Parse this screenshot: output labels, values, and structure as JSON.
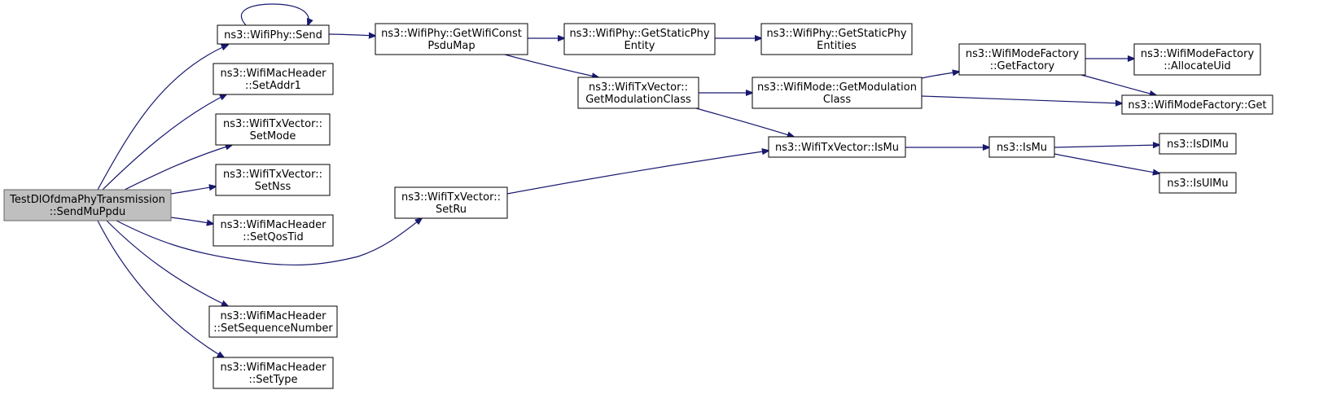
{
  "diagram": {
    "type": "call-graph",
    "colors": {
      "edge": "#191970",
      "root_fill": "#bfbfbf",
      "node_fill": "#ffffff",
      "border": "#000000"
    },
    "nodes": [
      {
        "id": "root",
        "lines": [
          "TestDlOfdmaPhyTransmission",
          "::SendMuPpdu"
        ],
        "highlighted": true
      },
      {
        "id": "wifiphy_send",
        "lines": [
          "ns3::WifiPhy::Send"
        ]
      },
      {
        "id": "setaddr1",
        "lines": [
          "ns3::WifiMacHeader",
          "::SetAddr1"
        ]
      },
      {
        "id": "setmode",
        "lines": [
          "ns3::WifiTxVector::",
          "SetMode"
        ]
      },
      {
        "id": "setnss",
        "lines": [
          "ns3::WifiTxVector::",
          "SetNss"
        ]
      },
      {
        "id": "setqostid",
        "lines": [
          "ns3::WifiMacHeader",
          "::SetQosTid"
        ]
      },
      {
        "id": "setseq",
        "lines": [
          "ns3::WifiMacHeader",
          "::SetSequenceNumber"
        ]
      },
      {
        "id": "settype",
        "lines": [
          "ns3::WifiMacHeader",
          "::SetType"
        ]
      },
      {
        "id": "setru",
        "lines": [
          "ns3::WifiTxVector::",
          "SetRu"
        ]
      },
      {
        "id": "getpsdumap",
        "lines": [
          "ns3::WifiPhy::GetWifiConst",
          "PsduMap"
        ]
      },
      {
        "id": "getstaticentity",
        "lines": [
          "ns3::WifiPhy::GetStaticPhy",
          "Entity"
        ]
      },
      {
        "id": "getstaticentities",
        "lines": [
          "ns3::WifiPhy::GetStaticPhy",
          "Entities"
        ]
      },
      {
        "id": "txv_getmodclass",
        "lines": [
          "ns3::WifiTxVector::",
          "GetModulationClass"
        ]
      },
      {
        "id": "mode_getmodclass",
        "lines": [
          "ns3::WifiMode::GetModulation",
          "Class"
        ]
      },
      {
        "id": "getfactory",
        "lines": [
          "ns3::WifiModeFactory",
          "::GetFactory"
        ]
      },
      {
        "id": "allocateuid",
        "lines": [
          "ns3::WifiModeFactory",
          "::AllocateUid"
        ]
      },
      {
        "id": "factory_get",
        "lines": [
          "ns3::WifiModeFactory::Get"
        ]
      },
      {
        "id": "txv_ismu",
        "lines": [
          "ns3::WifiTxVector::IsMu"
        ]
      },
      {
        "id": "ismu",
        "lines": [
          "ns3::IsMu"
        ]
      },
      {
        "id": "isdlmu",
        "lines": [
          "ns3::IsDlMu"
        ]
      },
      {
        "id": "isulmu",
        "lines": [
          "ns3::IsUlMu"
        ]
      }
    ],
    "edges": [
      {
        "from": "root",
        "to": "wifiphy_send"
      },
      {
        "from": "wifiphy_send",
        "to": "wifiphy_send"
      },
      {
        "from": "root",
        "to": "setaddr1"
      },
      {
        "from": "root",
        "to": "setmode"
      },
      {
        "from": "root",
        "to": "setnss"
      },
      {
        "from": "root",
        "to": "setqostid"
      },
      {
        "from": "root",
        "to": "setru"
      },
      {
        "from": "root",
        "to": "setseq"
      },
      {
        "from": "root",
        "to": "settype"
      },
      {
        "from": "wifiphy_send",
        "to": "getpsdumap"
      },
      {
        "from": "getpsdumap",
        "to": "getstaticentity"
      },
      {
        "from": "getstaticentity",
        "to": "getstaticentities"
      },
      {
        "from": "getpsdumap",
        "to": "txv_getmodclass"
      },
      {
        "from": "txv_getmodclass",
        "to": "mode_getmodclass"
      },
      {
        "from": "txv_getmodclass",
        "to": "txv_ismu"
      },
      {
        "from": "mode_getmodclass",
        "to": "getfactory"
      },
      {
        "from": "mode_getmodclass",
        "to": "factory_get"
      },
      {
        "from": "getfactory",
        "to": "allocateuid"
      },
      {
        "from": "getfactory",
        "to": "factory_get"
      },
      {
        "from": "setru",
        "to": "txv_ismu"
      },
      {
        "from": "txv_ismu",
        "to": "ismu"
      },
      {
        "from": "ismu",
        "to": "isdlmu"
      },
      {
        "from": "ismu",
        "to": "isulmu"
      }
    ]
  }
}
